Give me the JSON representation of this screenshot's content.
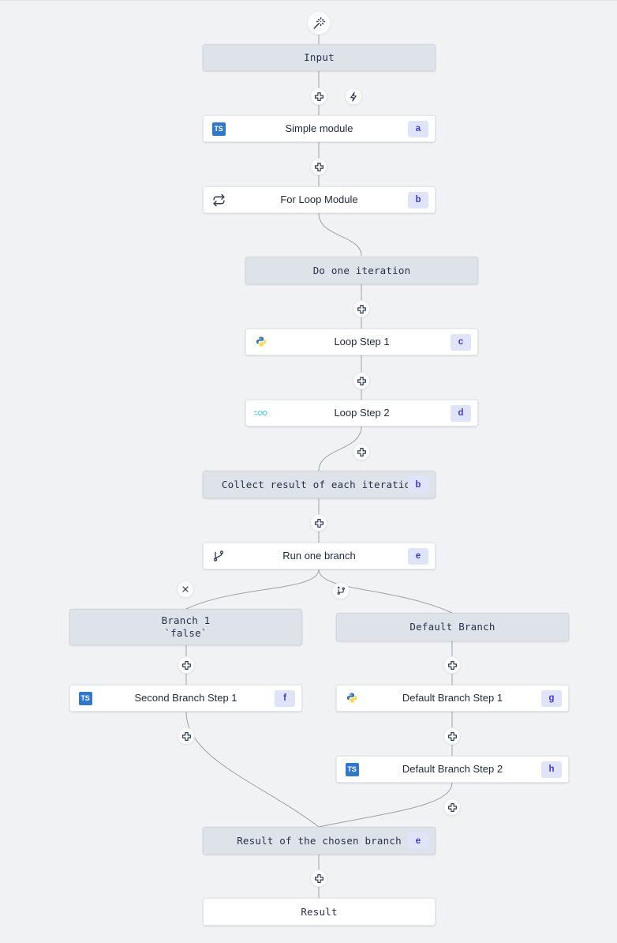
{
  "canvas": {
    "background": "#f1f2f4",
    "node_virtual_color": "#dee3ea",
    "node_module_color": "#ffffff",
    "badge_bg": "#e0e4fb",
    "badge_fg": "#4338ca",
    "edge_color": "#9aa2ae",
    "ts_blue": "#3178c6",
    "go_cyan": "#4fc3e8",
    "python_blue": "#3b75a8",
    "python_yellow": "#ffd43b"
  },
  "controls": {
    "wand_icon": "magic-wand-icon",
    "add_icon": "plus-icon",
    "trigger_icon": "lightning-bolt-icon",
    "close_icon": "close-icon",
    "branch_add_icon": "git-branch-plus-icon"
  },
  "nodes": [
    {
      "id": "input",
      "label": "Input",
      "type": "virtual",
      "icon": null,
      "badge": null
    },
    {
      "id": "simple-module",
      "label": "Simple module",
      "type": "module",
      "icon": "typescript",
      "badge": "a"
    },
    {
      "id": "for-loop-module",
      "label": "For Loop Module",
      "type": "module",
      "icon": "loop",
      "badge": "b"
    },
    {
      "id": "do-one-iteration",
      "label": "Do one iteration",
      "type": "virtual",
      "icon": null,
      "badge": null
    },
    {
      "id": "loop-step-1",
      "label": "Loop Step 1",
      "type": "module",
      "icon": "python",
      "badge": "c"
    },
    {
      "id": "loop-step-2",
      "label": "Loop Step 2",
      "type": "module",
      "icon": "go",
      "badge": "d"
    },
    {
      "id": "collect-result",
      "label": "Collect result of each iteration",
      "type": "virtual",
      "icon": null,
      "badge": "b"
    },
    {
      "id": "run-one-branch",
      "label": "Run one branch",
      "type": "module",
      "icon": "branch",
      "badge": "e"
    },
    {
      "id": "branch-1",
      "label": "Branch 1\n`false`",
      "type": "virtual",
      "icon": null,
      "badge": null
    },
    {
      "id": "default-branch",
      "label": "Default Branch",
      "type": "virtual",
      "icon": null,
      "badge": null
    },
    {
      "id": "second-branch-step-1",
      "label": "Second Branch Step 1",
      "type": "module",
      "icon": "typescript",
      "badge": "f"
    },
    {
      "id": "default-branch-step-1",
      "label": "Default Branch Step 1",
      "type": "module",
      "icon": "python",
      "badge": "g"
    },
    {
      "id": "default-branch-step-2",
      "label": "Default Branch Step 2",
      "type": "module",
      "icon": "typescript",
      "badge": "h"
    },
    {
      "id": "result-chosen",
      "label": "Result of the chosen branch",
      "type": "virtual",
      "icon": null,
      "badge": "e"
    },
    {
      "id": "result",
      "label": "Result",
      "type": "result",
      "icon": null,
      "badge": null
    }
  ]
}
